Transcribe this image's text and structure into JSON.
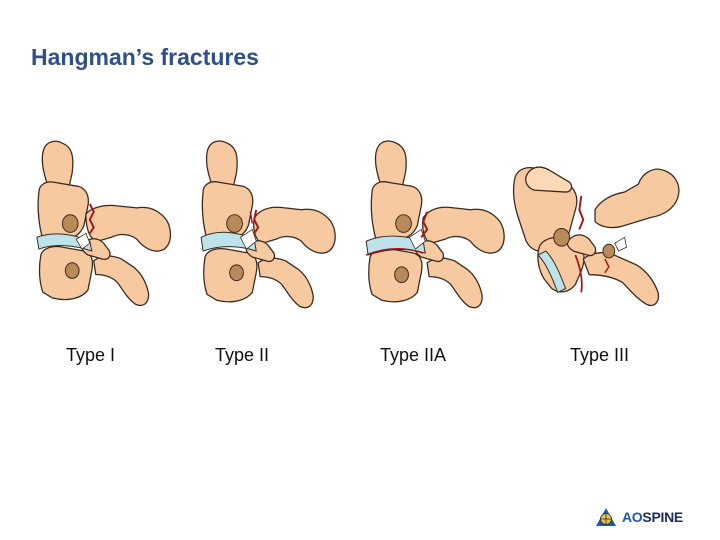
{
  "title": "Hangman’s fractures",
  "types": [
    {
      "label": "Type I",
      "variant": "type-1"
    },
    {
      "label": "Type II",
      "variant": "type-2"
    },
    {
      "label": "Type IIA",
      "variant": "type-2a"
    },
    {
      "label": "Type III",
      "variant": "type-3"
    }
  ],
  "logo": {
    "ao": "AO",
    "spine": "SPINE"
  },
  "colors": {
    "title": "#2e4f8c",
    "bone": "#f7c9a0",
    "bone_outline": "#3a2a1e",
    "disc": "#bde3ea",
    "fracture": "#a01818",
    "vertebral_body": "#b88a5a"
  }
}
